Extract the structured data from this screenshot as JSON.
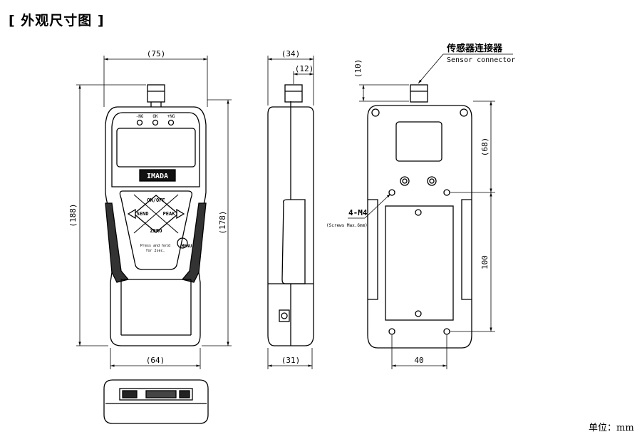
{
  "title": "[ 外观尺寸图 ]",
  "unit_label": "单位：mm",
  "dimensions": {
    "front_width": "(75)",
    "front_height_total": "(188)",
    "front_body_height": "(178)",
    "front_bottom_width": "(64)",
    "side_depth": "(34)",
    "side_connector": "(12)",
    "side_bottom_depth": "(31)",
    "back_connector_height": "(10)",
    "back_upper": "(68)",
    "back_hole_pitch_v": "100",
    "back_hole_pitch_h": "40"
  },
  "callouts": {
    "sensor_connector_cn": "传感器连接器",
    "sensor_connector_en": "Sensor connector",
    "screw_holes": "4-M4",
    "screw_note": "(Screws Max.6mm)"
  },
  "device": {
    "indicators": [
      "-NG",
      "OK",
      "+NG"
    ],
    "brand": "IMADA",
    "keys": {
      "top": "ON/OFF",
      "left": "SEND",
      "right": "PEAK",
      "bottom": "ZERO",
      "menu": "MENU"
    },
    "menu_hint_line1": "Press and hold",
    "menu_hint_line2": "for 2sec."
  }
}
